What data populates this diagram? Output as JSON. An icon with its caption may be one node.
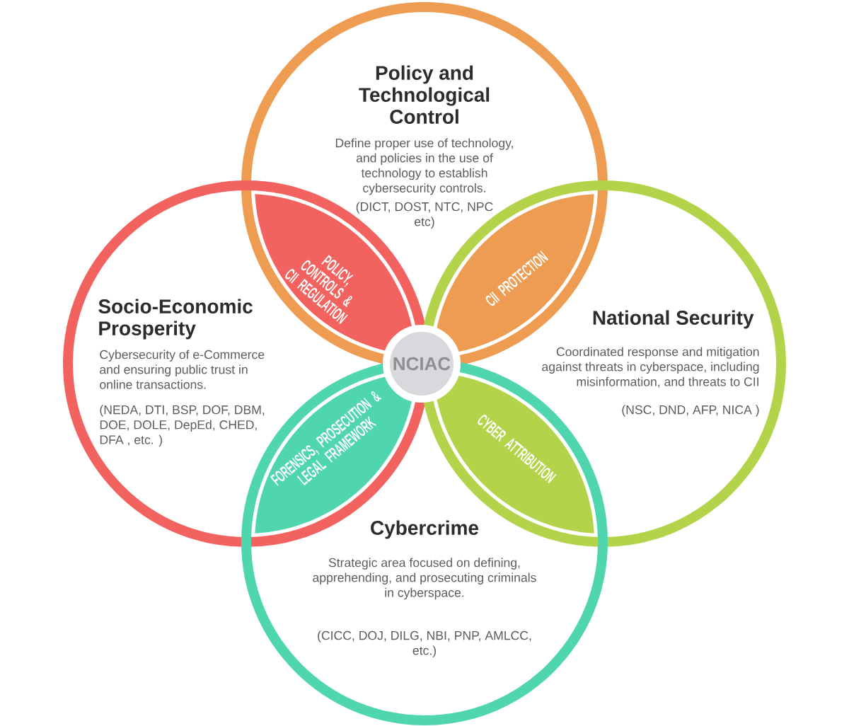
{
  "diagram": {
    "nodes": [
      {
        "text": [
          "Policy and Technological Control",
          "Define proper use of technology, and policies in the use of technology to establish cybersecurity controls.",
          "(DICT, DOST, NTC, NPC etc)"
        ]
      },
      {
        "text": [
          "Socio-Economic Prosperity",
          "Cybersecurity of e-Commerce and ensuring public trust in online transactions.",
          "(NEDA, DTI, BSP, DOF, DBM, DOE, DOLE, DepEd, CHED, DFA , etc. )"
        ]
      },
      {
        "text": [
          "National Security",
          "Coordinated response and mitigation against threats in cyberspace, including misinformation, and threats to CII",
          "(NSC, DND, AFP, NICA )"
        ]
      },
      {
        "text": [
          "Cybercrime",
          "Strategic area focused on defining, apprehending, and prosecuting criminals in cyberspace.",
          "(CICC, DOJ, DILG, NBI, PNP, AMLCC, etc.)"
        ]
      },
      {
        "text": [
          "POLICY, CONTROLS & CII REGULATION"
        ]
      },
      {
        "text": [
          "CII PROTECTION"
        ]
      },
      {
        "text": [
          "FORENSICS, PROSECUTION & LEGAL FRAMEWORK"
        ]
      },
      {
        "text": [
          "CYBER ATTRIBUTION"
        ]
      },
      {
        "text": [
          "NCIAC"
        ]
      }
    ]
  }
}
